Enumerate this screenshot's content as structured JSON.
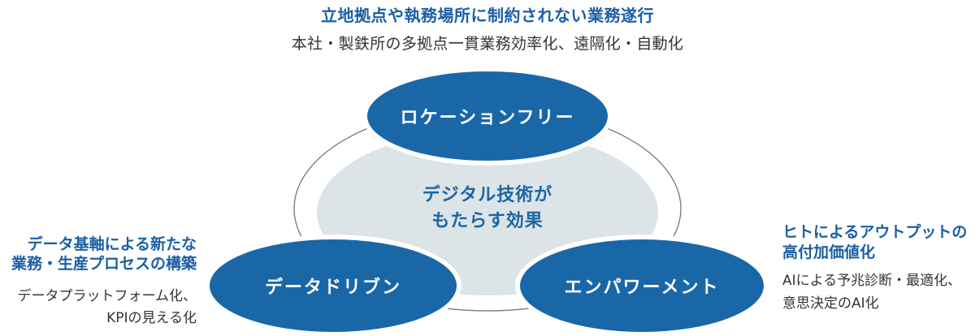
{
  "diagram": {
    "top_annotation": {
      "title": "立地拠点や執務場所に制約されない業務遂行",
      "description": "本社・製鉄所の多拠点一貫業務効率化、遠隔化・自動化"
    },
    "center": {
      "label_line1": "デジタル技術が",
      "label_line2": "もたらす効果"
    },
    "nodes": {
      "top": {
        "label": "ロケーションフリー"
      },
      "bottom_left": {
        "label": "データドリブン"
      },
      "bottom_right": {
        "label": "エンパワーメント"
      }
    },
    "left_annotation": {
      "title_line1": "データ基軸による新たな",
      "title_line2": "業務・生産プロセスの構築",
      "description_line1": "データプラットフォーム化、",
      "description_line2": "KPIの見える化"
    },
    "right_annotation": {
      "title_line1": "ヒトによるアウトプットの",
      "title_line2": "高付加価値化",
      "description_line1": "AIによる予兆診断・最適化、",
      "description_line2": "意思決定のAI化"
    },
    "colors": {
      "node_blue": "#1a67a8",
      "heading_blue": "#1b5fa5",
      "center_text_blue": "#1b67a5",
      "body_text": "#333333",
      "center_ellipse_fill": "#dde4e8",
      "outline_stroke": "#777777"
    }
  }
}
